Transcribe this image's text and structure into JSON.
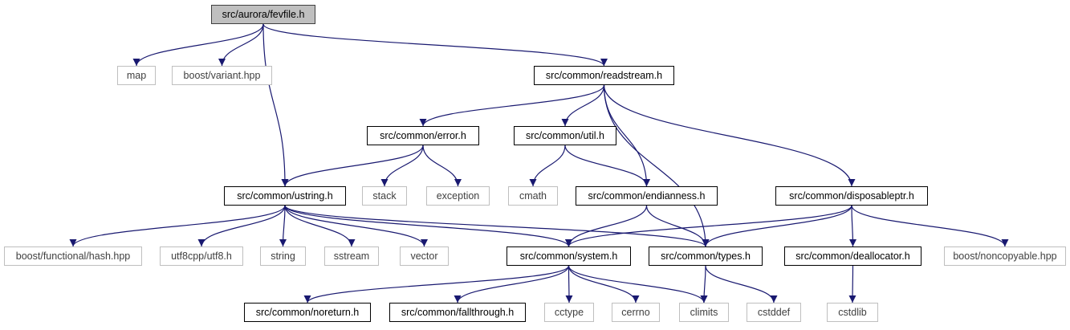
{
  "colors": {
    "edge": "#191970",
    "local_border": "#000000",
    "system_border": "#bfbfbf",
    "root_fill": "#bfbfbf"
  },
  "nodes": {
    "fevfile": "src/aurora/fevfile.h",
    "map": "map",
    "boost_variant": "boost/variant.hpp",
    "readstream": "src/common/readstream.h",
    "error": "src/common/error.h",
    "util": "src/common/util.h",
    "ustring": "src/common/ustring.h",
    "stack": "stack",
    "exception": "exception",
    "cmath": "cmath",
    "endianness": "src/common/endianness.h",
    "disposableptr": "src/common/disposableptr.h",
    "boost_hash": "boost/functional/hash.hpp",
    "utf8": "utf8cpp/utf8.h",
    "string": "string",
    "sstream": "sstream",
    "vector": "vector",
    "system": "src/common/system.h",
    "types": "src/common/types.h",
    "deallocator": "src/common/deallocator.h",
    "noncopyable": "boost/noncopyable.hpp",
    "noreturn": "src/common/noreturn.h",
    "fallthrough": "src/common/fallthrough.h",
    "cctype": "cctype",
    "cerrno": "cerrno",
    "climits": "climits",
    "cstddef": "cstddef",
    "cstdlib": "cstdlib"
  },
  "edges": [
    [
      "fevfile",
      "map"
    ],
    [
      "fevfile",
      "boost_variant"
    ],
    [
      "fevfile",
      "ustring"
    ],
    [
      "fevfile",
      "readstream"
    ],
    [
      "readstream",
      "error"
    ],
    [
      "readstream",
      "util"
    ],
    [
      "readstream",
      "endianness"
    ],
    [
      "readstream",
      "types"
    ],
    [
      "readstream",
      "disposableptr"
    ],
    [
      "error",
      "ustring"
    ],
    [
      "error",
      "stack"
    ],
    [
      "error",
      "exception"
    ],
    [
      "util",
      "cmath"
    ],
    [
      "util",
      "endianness"
    ],
    [
      "ustring",
      "boost_hash"
    ],
    [
      "ustring",
      "utf8"
    ],
    [
      "ustring",
      "string"
    ],
    [
      "ustring",
      "sstream"
    ],
    [
      "ustring",
      "vector"
    ],
    [
      "ustring",
      "system"
    ],
    [
      "ustring",
      "types"
    ],
    [
      "endianness",
      "system"
    ],
    [
      "endianness",
      "types"
    ],
    [
      "disposableptr",
      "system"
    ],
    [
      "disposableptr",
      "types"
    ],
    [
      "disposableptr",
      "deallocator"
    ],
    [
      "disposableptr",
      "noncopyable"
    ],
    [
      "system",
      "noreturn"
    ],
    [
      "system",
      "fallthrough"
    ],
    [
      "system",
      "cctype"
    ],
    [
      "system",
      "cerrno"
    ],
    [
      "system",
      "climits"
    ],
    [
      "types",
      "climits"
    ],
    [
      "types",
      "cstddef"
    ],
    [
      "deallocator",
      "cstdlib"
    ]
  ]
}
